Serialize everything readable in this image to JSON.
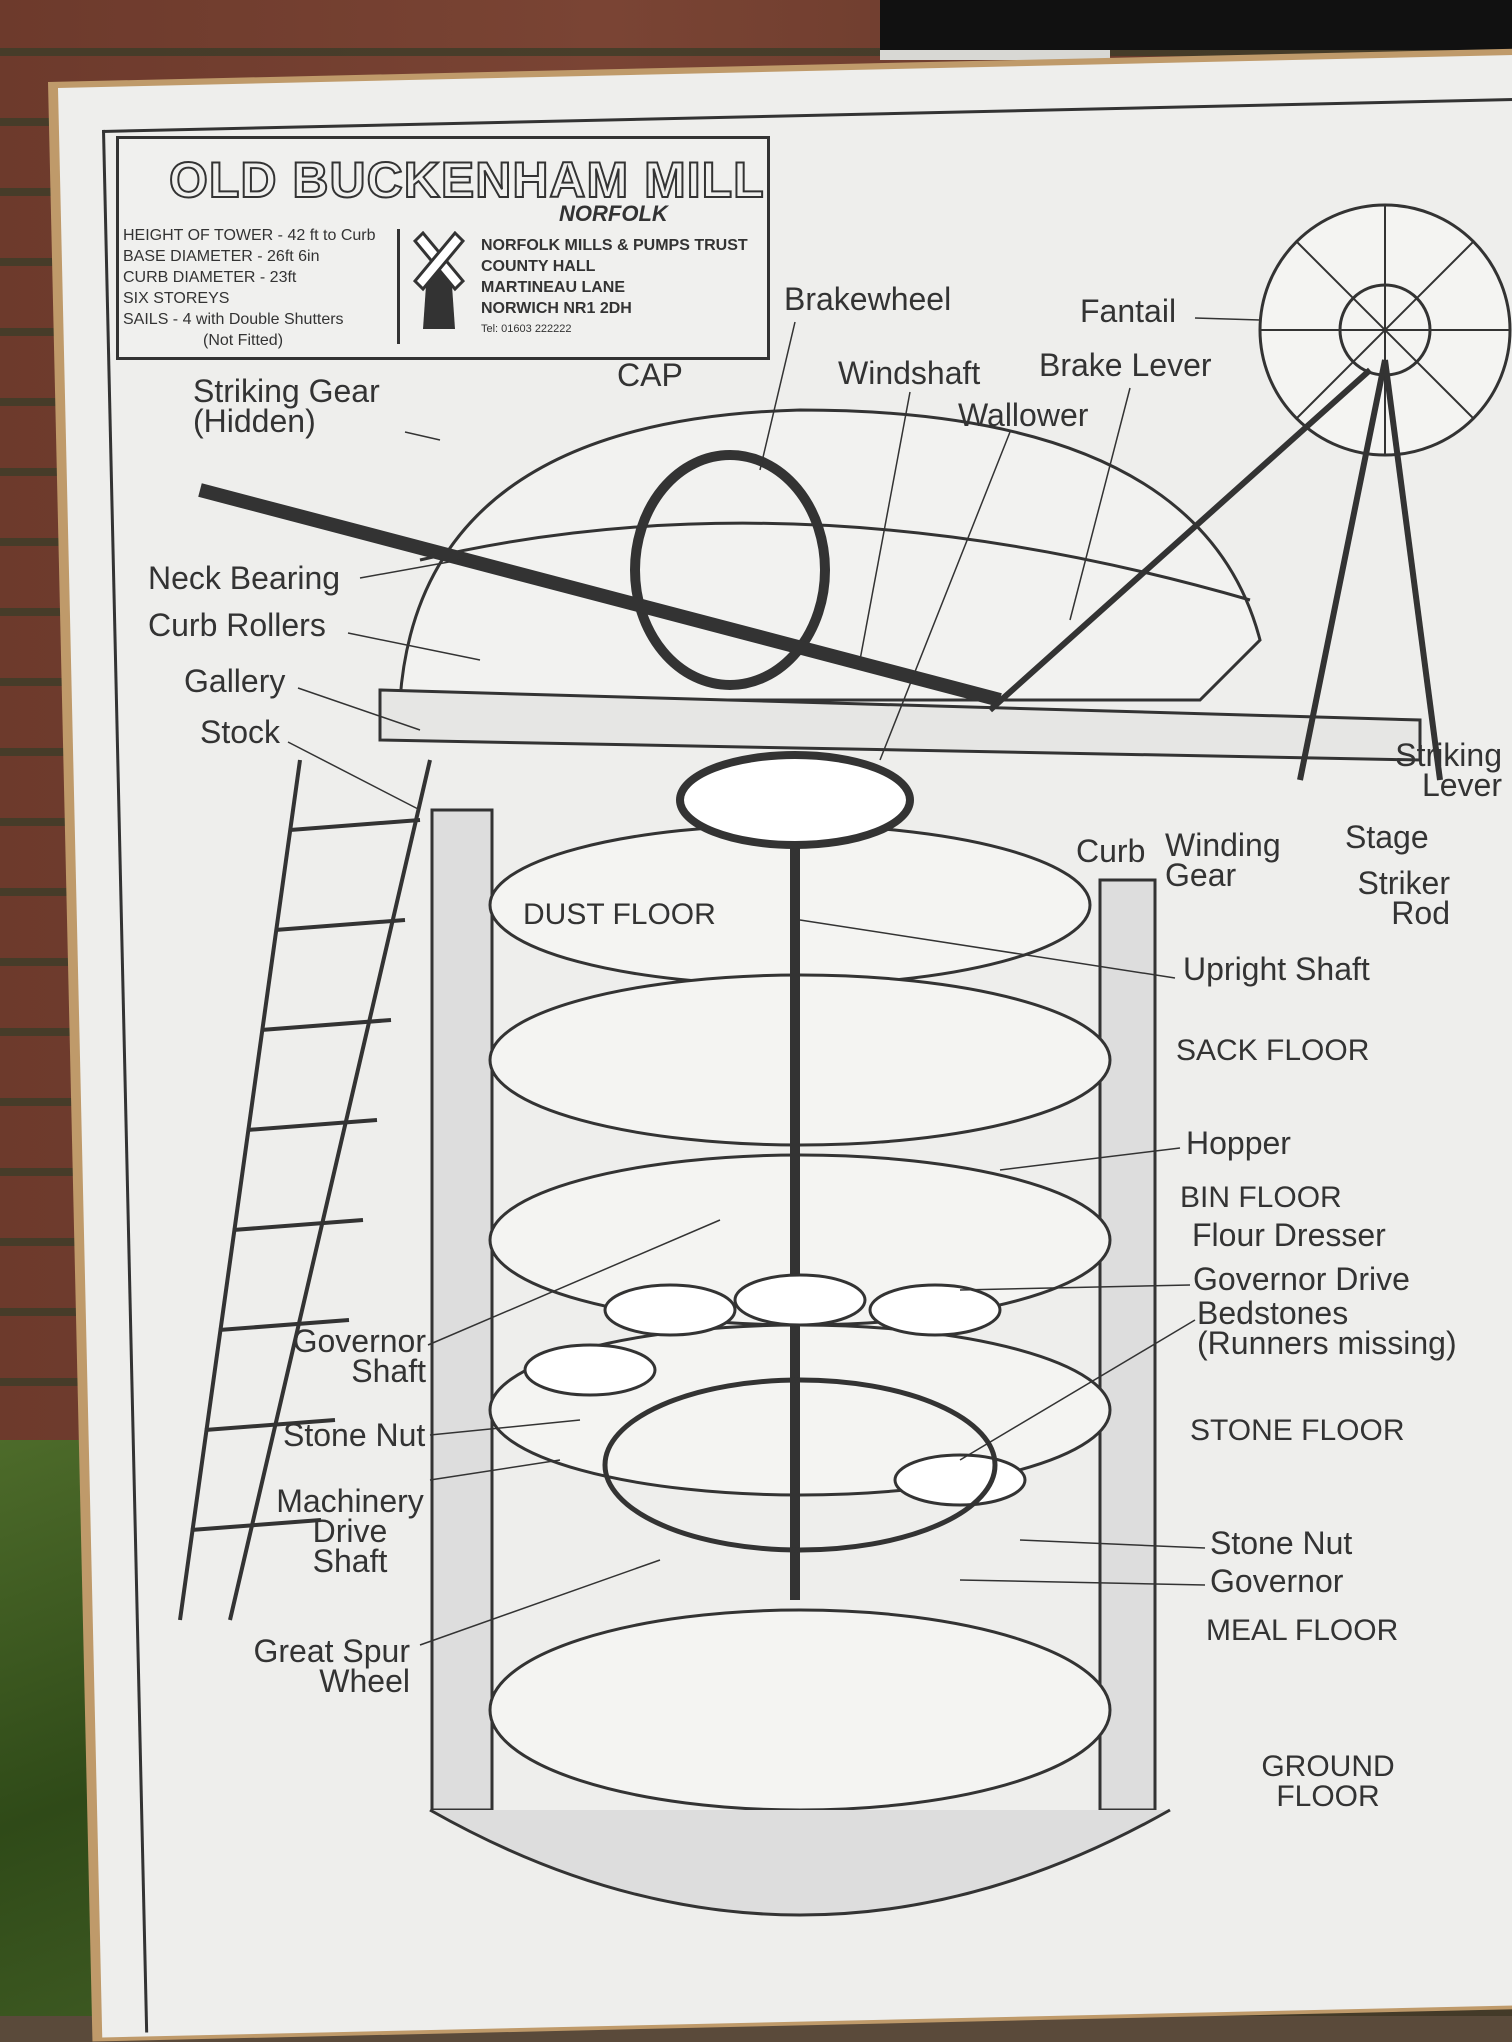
{
  "header": {
    "title": "OLD BUCKENHAM MILL",
    "county": "NORFOLK",
    "specs": [
      "HEIGHT OF TOWER - 42 ft to Curb",
      "BASE DIAMETER -    26ft 6in",
      "CURB DIAMETER -    23ft",
      "SIX STOREYS",
      "SAILS - 4 with Double Shutters",
      "(Not Fitted)"
    ],
    "trust": {
      "name": "NORFOLK MILLS & PUMPS TRUST",
      "address": [
        "COUNTY HALL",
        "MARTINEAU LANE",
        "NORWICH NR1 2DH"
      ],
      "tel": "Tel: 01603 222222"
    }
  },
  "labels": {
    "brakewheel": "Brakewheel",
    "fantail": "Fantail",
    "cap": "CAP",
    "windshaft": "Windshaft",
    "brake_lever": "Brake Lever",
    "wallower": "Wallower",
    "striking_gear": [
      "Striking Gear",
      "(Hidden)"
    ],
    "neck_bearing": "Neck Bearing",
    "curb_rollers": "Curb Rollers",
    "gallery": "Gallery",
    "stock": "Stock",
    "striking_lever": [
      "Striking",
      "Lever"
    ],
    "stage": "Stage",
    "curb": "Curb",
    "winding_gear": [
      "Winding",
      "Gear"
    ],
    "striker_rod": [
      "Striker",
      "Rod"
    ],
    "dust_floor": "DUST FLOOR",
    "upright_shaft": "Upright Shaft",
    "sack_floor": "SACK FLOOR",
    "hopper": "Hopper",
    "bin_floor": "BIN FLOOR",
    "flour_dresser": "Flour Dresser",
    "governor_drive": "Governor Drive",
    "bedstones": [
      "Bedstones",
      "(Runners missing)"
    ],
    "governor_shaft": [
      "Governor",
      "Shaft"
    ],
    "stone_nut_left": "Stone Nut",
    "stone_floor": "STONE FLOOR",
    "machinery_drive_shaft": [
      "Machinery",
      "Drive",
      "Shaft"
    ],
    "stone_nut_right": "Stone Nut",
    "governor": "Governor",
    "meal_floor": "MEAL FLOOR",
    "great_spur_wheel": [
      "Great Spur",
      "Wheel"
    ],
    "ground_floor": [
      "GROUND",
      "FLOOR"
    ]
  }
}
